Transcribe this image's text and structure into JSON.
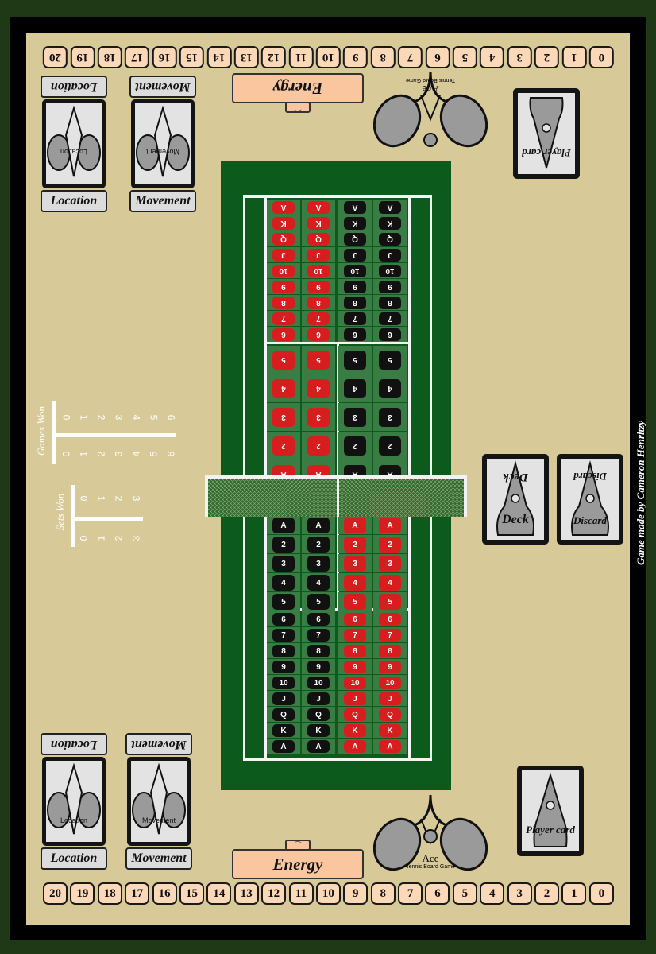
{
  "board": {
    "colors": {
      "frame": "#1f3816",
      "mat": "#d8c999",
      "court": "#0c5a1c",
      "cell": "#3a7d44",
      "heart": "#d61e1e",
      "spade": "#111111",
      "track": "#fbd8b8",
      "energy": "#f9c6a0"
    },
    "credit": "Game made by Cameron Henritzy"
  },
  "top_player": {
    "track": [
      "0",
      "1",
      "2",
      "3",
      "4",
      "5",
      "6",
      "7",
      "8",
      "9",
      "10",
      "11",
      "12",
      "13",
      "14",
      "15",
      "16",
      "17",
      "18",
      "19",
      "20"
    ],
    "energy_label": "Energy",
    "logo": {
      "title": "Ace",
      "subtitle": "Tennis Board Game"
    },
    "location_label": "Location",
    "location_card_label": "Location",
    "movement_label": "Movement",
    "movement_card_label": "Movement",
    "player_card_label": "Player card"
  },
  "bottom_player": {
    "track": [
      "20",
      "19",
      "18",
      "17",
      "16",
      "15",
      "14",
      "13",
      "12",
      "11",
      "10",
      "9",
      "8",
      "7",
      "6",
      "5",
      "4",
      "3",
      "2",
      "1",
      "0"
    ],
    "energy_label": "Energy",
    "logo": {
      "title": "Ace",
      "subtitle": "Tennis Board Game"
    },
    "location_label": "Location",
    "location_card_label": "Location",
    "movement_label": "Movement",
    "movement_card_label": "Movement",
    "player_card_label": "Player card"
  },
  "deck": {
    "label": "Deck"
  },
  "discard": {
    "label": "Discard"
  },
  "scoreboard": {
    "games_label": "Games Won",
    "games_values": [
      "0",
      "1",
      "2",
      "3",
      "4",
      "5",
      "6"
    ],
    "sets_label": "Sets Won",
    "sets_values": [
      "0",
      "1",
      "2",
      "3"
    ]
  },
  "court": {
    "top_back_ranks": [
      "A",
      "K",
      "Q",
      "J",
      "10",
      "9",
      "8",
      "7",
      "6"
    ],
    "top_front_ranks": [
      "5",
      "4",
      "3",
      "2",
      "A"
    ],
    "bottom_front_ranks": [
      "A",
      "2",
      "3",
      "4",
      "5"
    ],
    "bottom_back_ranks": [
      "6",
      "7",
      "8",
      "9",
      "10",
      "J",
      "Q",
      "K",
      "A"
    ]
  }
}
